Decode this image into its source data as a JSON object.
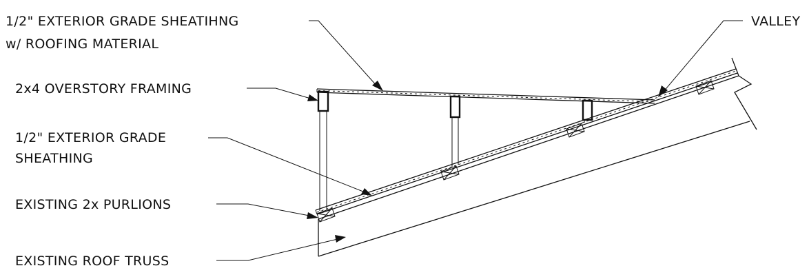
{
  "labels": {
    "sheathing_roofing_line1": "1/2\" EXTERIOR GRADE SHEATIHNG",
    "sheathing_roofing_line2": "w/ ROOFING MATERIAL",
    "valley": "VALLEY",
    "overstory_framing": "2x4 OVERSTORY FRAMING",
    "sheathing_line1": "1/2\" EXTERIOR GRADE",
    "sheathing_line2": "SHEATHING",
    "purlions": "EXISTING 2x PURLIONS",
    "roof_truss": "EXISTING ROOF TRUSS"
  }
}
